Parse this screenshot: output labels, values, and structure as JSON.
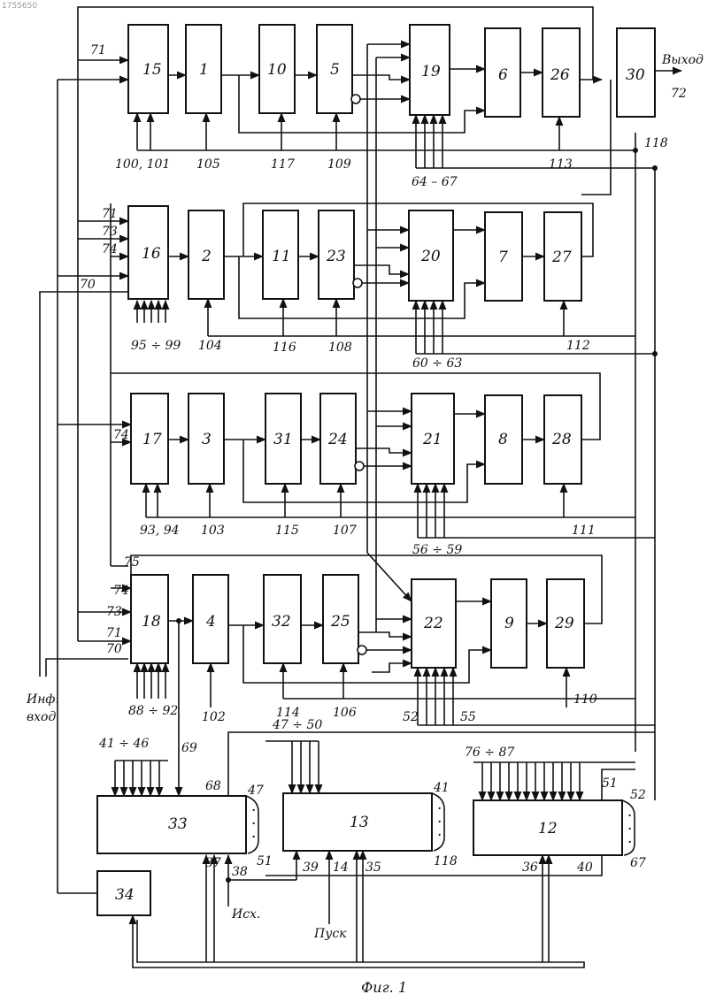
{
  "blocks": {
    "b15": "15",
    "b1": "1",
    "b10": "10",
    "b5": "5",
    "b19": "19",
    "b6": "6",
    "b26": "26",
    "b30": "30",
    "b16": "16",
    "b2": "2",
    "b11": "11",
    "b23": "23",
    "b20": "20",
    "b7": "7",
    "b27": "27",
    "b17": "17",
    "b3": "3",
    "b31": "31",
    "b24": "24",
    "b21": "21",
    "b8": "8",
    "b28": "28",
    "b18": "18",
    "b4": "4",
    "b32": "32",
    "b25": "25",
    "b22": "22",
    "b9": "9",
    "b29": "29",
    "b33": "33",
    "b13": "13",
    "b12": "12",
    "b34": "34"
  },
  "labels": {
    "stamp": "1755650",
    "l71a": "71",
    "out_text": "Выход",
    "out72": "72",
    "l100": "100, 101",
    "l105": "105",
    "l117": "117",
    "l109": "109",
    "l6467": "64 – 67",
    "l113": "113",
    "l118a": "118",
    "l71b": "71",
    "l73a": "73",
    "l74a": "74",
    "l70a": "70",
    "l9599": "95 ÷ 99",
    "l104": "104",
    "l116": "116",
    "l108": "108",
    "l6063": "60 ÷ 63",
    "l112": "112",
    "l74b": "74",
    "l9394": "93, 94",
    "l103": "103",
    "l115": "115",
    "l107": "107",
    "l5659": "56 ÷ 59",
    "l111": "111",
    "l75": "75",
    "l74c": "74",
    "l73b": "73",
    "l71c": "71",
    "l70b": "70",
    "l8892": "88 ÷ 92",
    "l102": "102",
    "l114": "114",
    "l106": "106",
    "l52a": "52",
    "l55": "55",
    "l110": "110",
    "inf1": "Инф.",
    "inf2": "вход",
    "l4146": "41 ÷ 46",
    "l69": "69",
    "l4750": "47 ÷ 50",
    "l7687": "76 ÷ 87",
    "l68": "68",
    "l47": "47",
    "l51a": "51",
    "l41": "41",
    "l118b": "118",
    "l51b": "51",
    "l52b": "52",
    "l37": "37",
    "l38": "38",
    "l39": "39",
    "l14": "14",
    "l35": "35",
    "l36": "36",
    "l40": "40",
    "l67": "67",
    "isx": "Исх.",
    "pusk": "Пуск",
    "caption": "Фиг. 1"
  }
}
